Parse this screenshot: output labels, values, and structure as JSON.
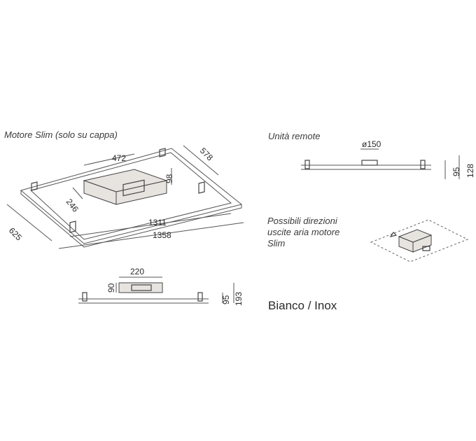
{
  "captions": {
    "motore": "Motore Slim (solo su cappa)",
    "unita": "Unità remote",
    "possibili": "Possibili direzioni uscite aria motore Slim"
  },
  "finish": "Bianco / Inox",
  "dims_iso": {
    "d472": "472",
    "d578": "578",
    "d98": "98",
    "d246": "246",
    "d625": "625",
    "d1311": "1311",
    "d1358": "1358"
  },
  "dims_front": {
    "d220": "220",
    "d90": "90",
    "d95": "95",
    "d193": "193"
  },
  "dims_remote": {
    "d150": "ø150",
    "d95": "95",
    "d128": "128"
  },
  "colors": {
    "line": "#555555",
    "fill": "#e7e4e0"
  }
}
